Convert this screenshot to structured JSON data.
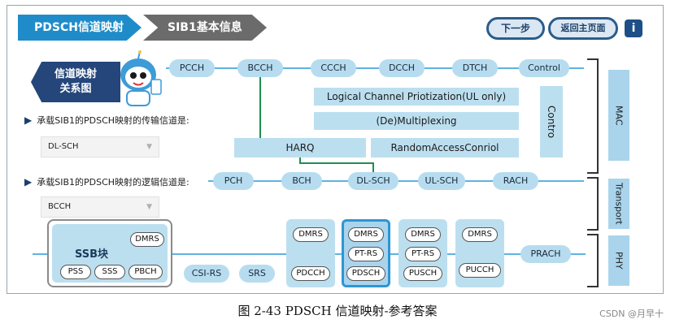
{
  "tabs": [
    {
      "label": "PDSCH信道映射"
    },
    {
      "label": "SIB1基本信息"
    }
  ],
  "nav": {
    "next_label": "下一步",
    "home_label": "返回主页面",
    "info_label": "i"
  },
  "title_badge": {
    "line1": "信道映射",
    "line2": "关系图"
  },
  "questions": [
    {
      "text": "承载SIB1的PDSCH映射的传输信道是:",
      "answer": "DL-SCH"
    },
    {
      "text": "承载SIB1的PDSCH映射的逻辑信道是:",
      "answer": "BCCH"
    }
  ],
  "logical_channels": [
    "PCCH",
    "BCCH",
    "CCCH",
    "DCCH",
    "DTCH",
    "Control"
  ],
  "mac_boxes": {
    "prioritization": "Logical Channel Priotization(UL only)",
    "multiplexing": "(De)Multiplexing",
    "harq": "HARQ",
    "random_access": "RandomAccessConriol",
    "control": "Contro"
  },
  "transport_channels": [
    "PCH",
    "BCH",
    "DL-SCH",
    "UL-SCH",
    "RACH"
  ],
  "layers": {
    "mac": "MAC",
    "transport": "Transport",
    "phy": "PHY"
  },
  "phy": {
    "ssb_title": "SSB块",
    "ssb_chips": [
      "DMRS",
      "PSS",
      "SSS",
      "PBCH"
    ],
    "csi_rs": "CSI-RS",
    "srs": "SRS",
    "pdcch": [
      "DMRS",
      "PDCCH"
    ],
    "pdsch": [
      "DMRS",
      "PT-RS",
      "PDSCH"
    ],
    "pusch": [
      "DMRS",
      "PT-RS",
      "PUSCH"
    ],
    "pucch": [
      "DMRS",
      "PUCCH"
    ],
    "prach": "PRACH"
  },
  "caption": "图 2-43 PDSCH 信道映射-参考答案",
  "watermark": "CSDN @月早十",
  "colors": {
    "accent": "#1f8cc9",
    "light_blue": "#bcdff0",
    "line": "#5eb3e0",
    "green_link": "#1f8f4f",
    "highlight": "#2f95d3"
  }
}
